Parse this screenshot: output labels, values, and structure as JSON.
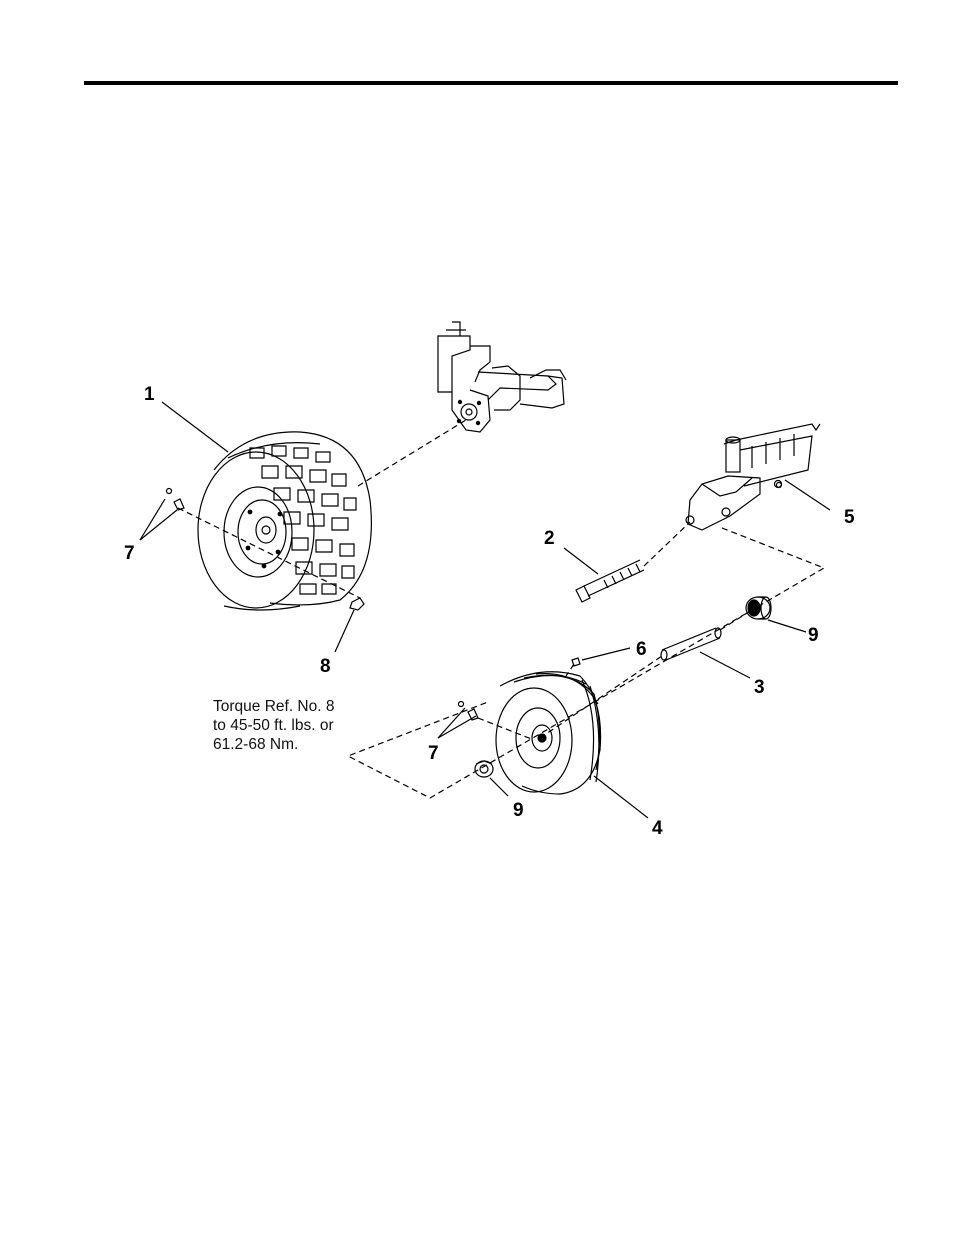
{
  "callouts": {
    "c1": "1",
    "c2": "2",
    "c3": "3",
    "c4": "4",
    "c5": "5",
    "c6": "6",
    "c7a": "7",
    "c7b": "7",
    "c8": "8",
    "c9a": "9",
    "c9b": "9"
  },
  "torque_note": {
    "line1": "Torque Ref. No. 8",
    "line2": "to 45-50 ft. lbs. or",
    "line3": "61.2-68 Nm."
  }
}
